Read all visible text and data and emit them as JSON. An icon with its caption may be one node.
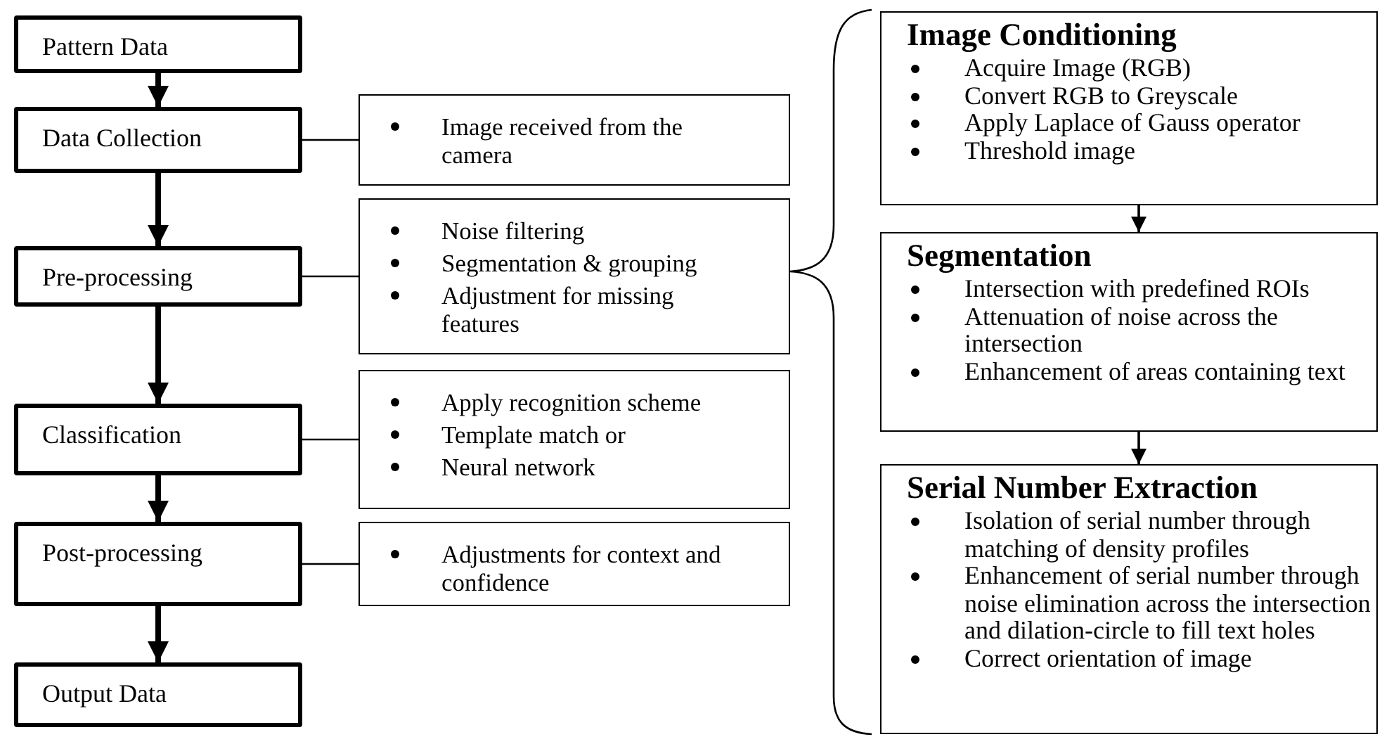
{
  "diagram": {
    "nodes": [
      {
        "text": [
          "Pattern Data"
        ]
      },
      {
        "text": [
          "Data Collection"
        ]
      },
      {
        "text": [
          "Pre-processing"
        ]
      },
      {
        "text": [
          "Classification"
        ]
      },
      {
        "text": [
          "Post-processing"
        ]
      },
      {
        "text": [
          "Output Data"
        ]
      },
      {
        "text": [
          "Image received from the camera"
        ]
      },
      {
        "text": [
          "Noise filtering",
          "Segmentation & grouping",
          "Adjustment for missing features"
        ]
      },
      {
        "text": [
          "Apply recognition scheme",
          "Template match or",
          "Neural network"
        ]
      },
      {
        "text": [
          "Adjustments for context and confidence"
        ]
      },
      {
        "text": [
          "Image Conditioning",
          "Acquire Image (RGB)",
          "Convert RGB to Greyscale",
          "Apply Laplace of Gauss operator",
          "Threshold image"
        ]
      },
      {
        "text": [
          "Segmentation",
          "Intersection with predefined ROIs",
          "Attenuation of noise across the intersection",
          "Enhancement of areas containing text"
        ]
      },
      {
        "text": [
          "Serial Number Extraction",
          "Isolation of serial number through matching of density profiles",
          "Enhancement of serial number through noise elimination across the intersection and dilation-circle to fill text holes",
          "Correct orientation of image"
        ]
      }
    ],
    "edges": [
      {
        "from": 0,
        "to": 1,
        "arrow": "to",
        "style": "thick"
      },
      {
        "from": 1,
        "to": 2,
        "arrow": "to",
        "style": "thick"
      },
      {
        "from": 2,
        "to": 3,
        "arrow": "to",
        "style": "thick"
      },
      {
        "from": 3,
        "to": 4,
        "arrow": "to",
        "style": "thick"
      },
      {
        "from": 4,
        "to": 5,
        "arrow": "to",
        "style": "thick"
      },
      {
        "from": 1,
        "to": 6,
        "arrow": "none"
      },
      {
        "from": 2,
        "to": 7,
        "arrow": "none"
      },
      {
        "from": 3,
        "to": 8,
        "arrow": "none"
      },
      {
        "from": 4,
        "to": 9,
        "arrow": "none"
      },
      {
        "from": 10,
        "to": 11,
        "arrow": "to"
      },
      {
        "from": 11,
        "to": 12,
        "arrow": "to"
      }
    ]
  }
}
